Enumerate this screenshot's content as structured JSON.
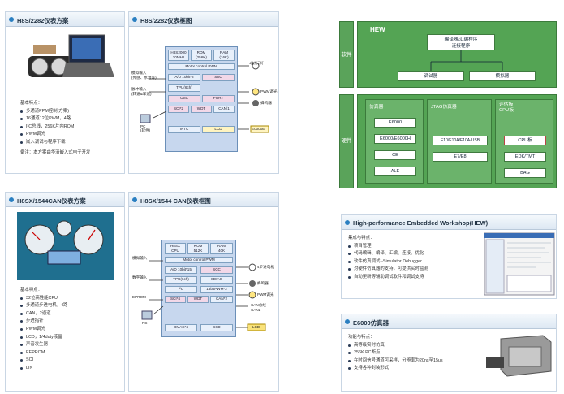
{
  "panel_tl_photo": {
    "title": "H8S/2282仪表方案",
    "features": [
      "基本特点：",
      "多通道PPM控制(方案)",
      "16通道12位PWM，4路",
      "I²C总线，256K片内ROM",
      "PWM调光",
      "嵌入调试与程序下载"
    ],
    "note": "备注：本方案由华清嵌入式电子开发"
  },
  "panel_tl_block": {
    "title": "H8S/2282仪表框图",
    "chips": [
      "H8S2000\n20MHz",
      "ROM\n(256K)",
      "RAM\n(16K)",
      "Motor control PWM",
      "A/D 10bit*8",
      "SSC",
      "TPU(6ch)",
      "OSC",
      "PORT",
      "SCI*2",
      "WDT",
      "CAN/1",
      "INTC",
      "LCD"
    ],
    "labels": [
      "模拟输入\n(传感、水温等)",
      "脉冲输入\n(转速&车速)",
      "PC\n(软件)",
      "4路指示灯",
      "PWM调光",
      "蜂鸣器",
      "E0000E"
    ]
  },
  "panel_bl_photo": {
    "title": "H8SX/1544CAN仪表方案",
    "features": [
      "基本特点：",
      "32位高性能CPU",
      "多通道步进电机，4路",
      "CAN，2通道",
      "步进指针",
      "PWM调光",
      "LCD，1/4duty液晶",
      "声音发生器",
      "EEPROM",
      "SCI",
      "LIN"
    ]
  },
  "panel_bl_block": {
    "title": "H8SX/1544 CAN仪表框图",
    "chips": [
      "H8SX\nCPU",
      "ROM\n512K",
      "RAM\n40K",
      "Motor control PWM",
      "A/D 10bit*15",
      "SCC",
      "TPU(6ch)",
      "SDIAG",
      "I²C",
      "16bitPWM*2",
      "SCI*4",
      "WDT",
      "CAN*2",
      "DMAC*4",
      "SSD",
      "LCD"
    ],
    "labels": [
      "模拟输入",
      "数字输入",
      "EPROM",
      "PC",
      "4步进电机",
      "蜂鸣器",
      "PWM调光",
      "CAN总线\nCAN2"
    ]
  },
  "hew_diagram": {
    "top_label": "HEW",
    "side_labels": [
      "软件",
      "硬件"
    ],
    "boxes": [
      "编译器/汇编程序\n连接程序",
      "调试器",
      "模拟器"
    ],
    "groups": [
      {
        "title": "仿真器",
        "items": [
          "E6000",
          "E6000/E6000H",
          "CE",
          "ALE"
        ]
      },
      {
        "title": "JTAG仿真器",
        "items": [
          "E10/E10A/E10A-USB",
          "E7/E8"
        ]
      },
      {
        "title": "评估板\nCPU板",
        "items": [
          "CPU板",
          "EDK/TMT",
          "BAG"
        ]
      }
    ]
  },
  "panel_hew": {
    "title": "High-performance Embedded Workshop(HEW)",
    "features": [
      "集成与特点：",
      "项目管理",
      "代码编辑、编译、汇编、连接、优化",
      "软件仿真调试--Simulator Debugger",
      "对硬件仿真器的支持，可提供实时监测",
      "自动更新等辅助调试软件和调试支持"
    ]
  },
  "panel_e6000": {
    "title": "E6000仿真器",
    "features": [
      "功能与特点：",
      "高等级实时仿真",
      "256K PC断点",
      "在时间信号通道可采样，分辨率为20ns至15us",
      "支持各种封装形式"
    ]
  },
  "colors": {
    "green": "#54a454",
    "panel_border": "#c9d6e4",
    "chip_blue": "#c7d7ee"
  }
}
